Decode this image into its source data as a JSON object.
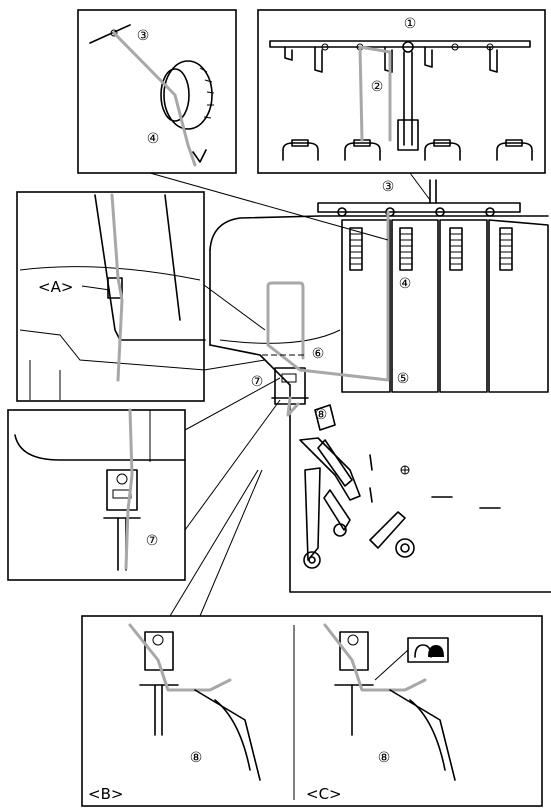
{
  "callouts": {
    "c1": "①",
    "c2": "②",
    "c3": "③",
    "c4": "④",
    "c5": "⑤",
    "c6": "⑥",
    "c7": "⑦",
    "c8": "⑧"
  },
  "labels": {
    "view_a": "<A>",
    "view_b": "<B>",
    "view_c": "<C>"
  },
  "icons": {
    "stitch_symbol": "stitch-width-icon"
  }
}
